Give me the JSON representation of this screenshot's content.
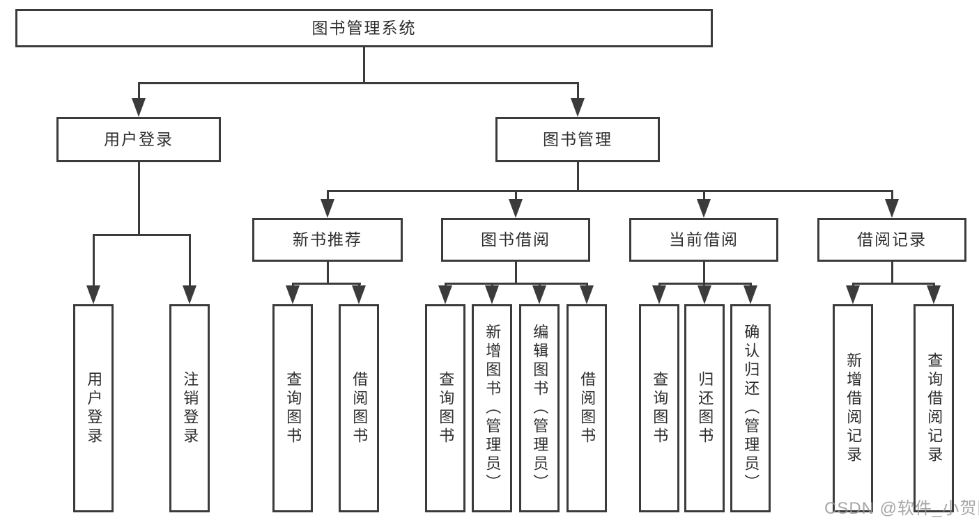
{
  "root": {
    "label": "图书管理系统"
  },
  "branches": [
    {
      "label": "用户登录",
      "children": [
        {
          "label": "用户登录"
        },
        {
          "label": "注销登录"
        }
      ]
    },
    {
      "label": "图书管理",
      "children": [
        {
          "label": "新书推荐",
          "children": [
            {
              "label": "查询图书"
            },
            {
              "label": "借阅图书"
            }
          ]
        },
        {
          "label": "图书借阅",
          "children": [
            {
              "label": "查询图书"
            },
            {
              "label": "新增图书（管理员）"
            },
            {
              "label": "编辑图书（管理员）"
            },
            {
              "label": "借阅图书"
            }
          ]
        },
        {
          "label": "当前借阅",
          "children": [
            {
              "label": "查询图书"
            },
            {
              "label": "归还图书"
            },
            {
              "label": "确认归还（管理员）"
            }
          ]
        },
        {
          "label": "借阅记录",
          "children": [
            {
              "label": "新增借阅记录"
            },
            {
              "label": "查询借阅记录"
            }
          ]
        }
      ]
    }
  ],
  "watermark": {
    "text": "CSDN @软件_小贺同学"
  },
  "colors": {
    "line": "#3b3b3b",
    "text": "#2e2e2e",
    "watermark": "#969696",
    "background": "#ffffff"
  }
}
